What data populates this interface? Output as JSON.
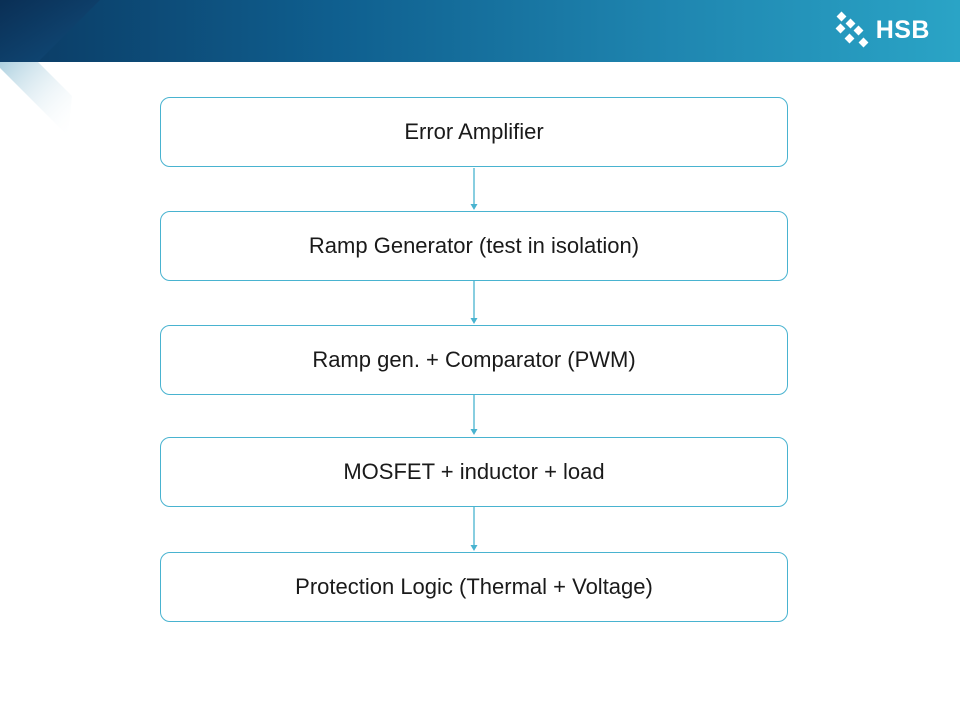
{
  "header": {
    "logo_text": "HSB",
    "logo_icon": "hsb-cross-icon",
    "colors": {
      "banner_dark": "#0b3a63",
      "banner_light": "#2aa4c6",
      "accent": "#49b3d0"
    }
  },
  "flowchart": {
    "steps": [
      {
        "label": "Error Amplifier"
      },
      {
        "label": "Ramp Generator (test in isolation)"
      },
      {
        "label": "Ramp gen. + Comparator (PWM)"
      },
      {
        "label": "MOSFET + inductor + load"
      },
      {
        "label": "Protection Logic (Thermal + Voltage)"
      }
    ]
  }
}
